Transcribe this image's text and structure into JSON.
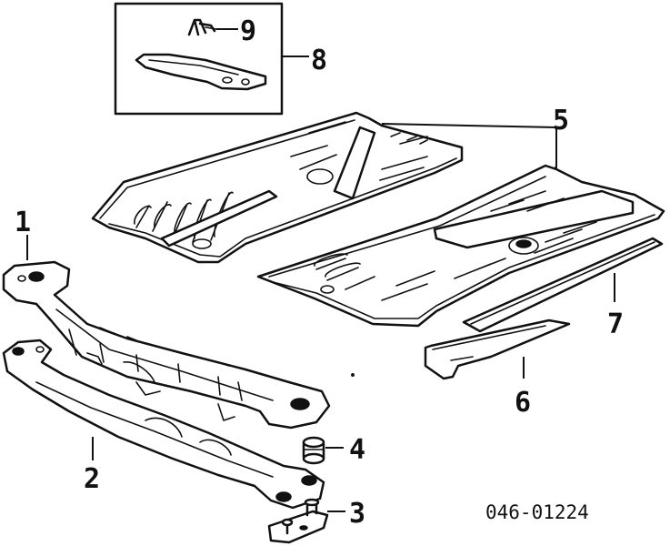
{
  "diagram": {
    "part_code": "046-01224",
    "callouts": [
      {
        "id": "1",
        "label": "1"
      },
      {
        "id": "2",
        "label": "2"
      },
      {
        "id": "3",
        "label": "3"
      },
      {
        "id": "4",
        "label": "4"
      },
      {
        "id": "5",
        "label": "5"
      },
      {
        "id": "6",
        "label": "6"
      },
      {
        "id": "7",
        "label": "7"
      },
      {
        "id": "8",
        "label": "8"
      },
      {
        "id": "9",
        "label": "9"
      }
    ]
  }
}
